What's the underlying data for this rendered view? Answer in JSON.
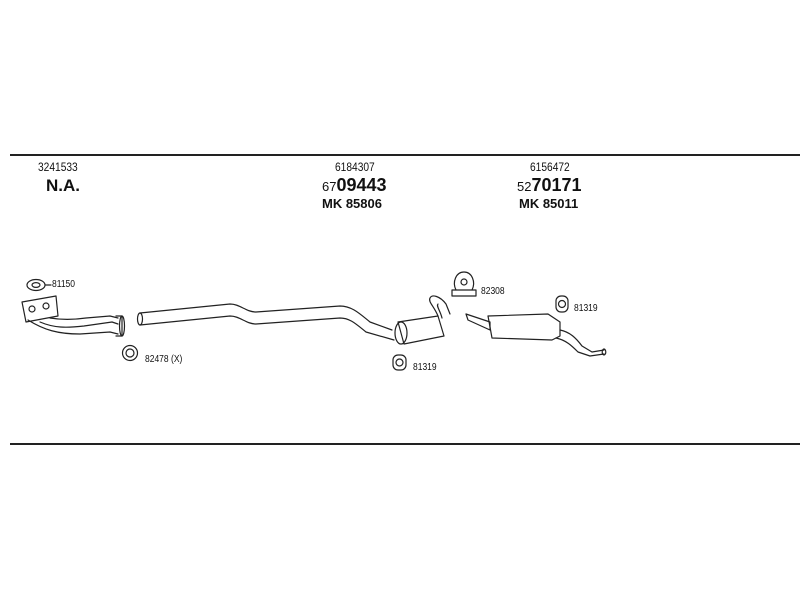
{
  "columns": [
    {
      "id": "front",
      "ref": "3241533",
      "part": "N.A."
    },
    {
      "id": "middle",
      "ref": "6184307",
      "part_prefix": "67",
      "part_main": "09443",
      "kit": "MK  85806"
    },
    {
      "id": "rear",
      "ref": "6156472",
      "part_prefix": "52",
      "part_main": "70171",
      "kit": "MK  85011"
    }
  ],
  "accessories": {
    "gasket_front": "81150",
    "ring_front": "82478 (X)",
    "clamp_rear": "82308",
    "hanger_middle": "81319",
    "hanger_rear": "81319"
  }
}
